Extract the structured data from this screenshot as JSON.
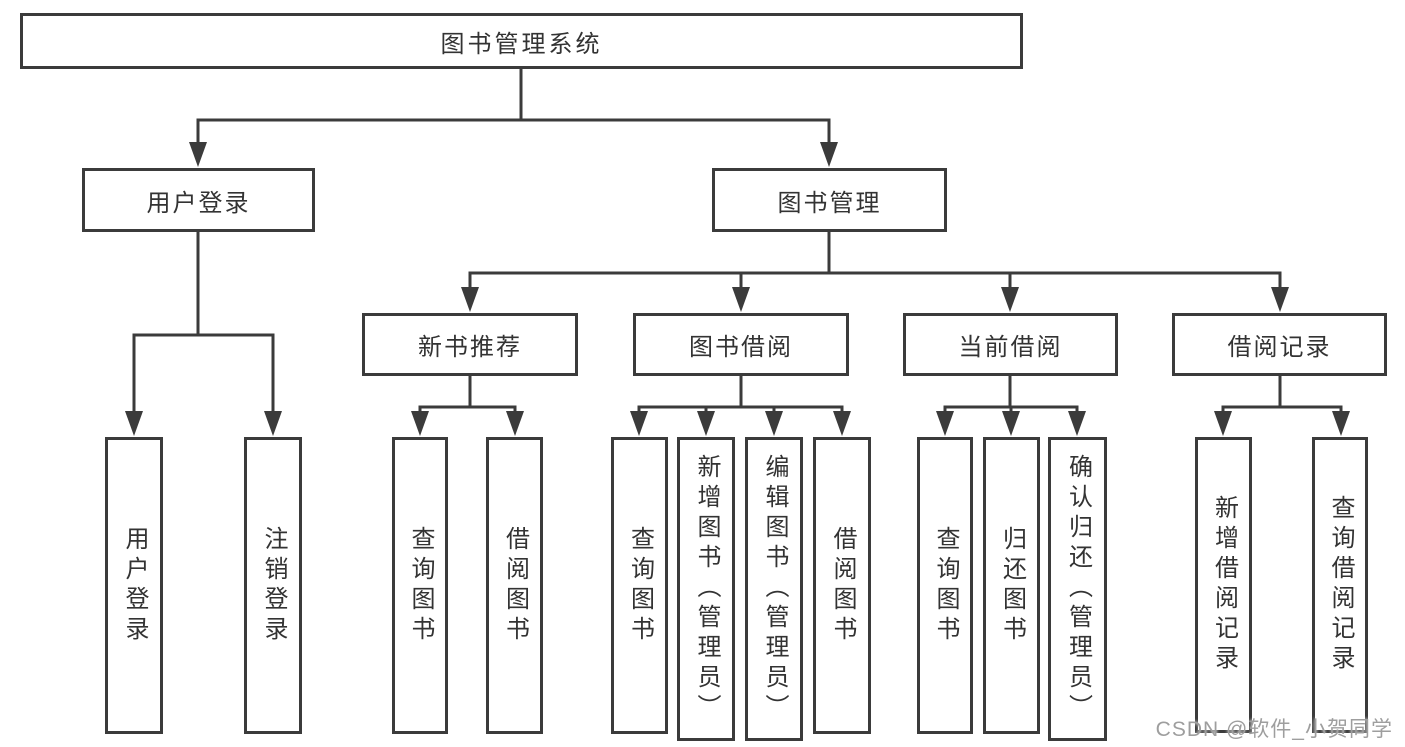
{
  "diagram": {
    "title_node": {
      "label": "图书管理系统"
    },
    "level2": [
      {
        "label": "用户登录"
      },
      {
        "label": "图书管理"
      }
    ],
    "level3": [
      {
        "label": "新书推荐"
      },
      {
        "label": "图书借阅"
      },
      {
        "label": "当前借阅"
      },
      {
        "label": "借阅记录"
      }
    ],
    "leaves": {
      "user_login": [
        "用户登录",
        "注销登录"
      ],
      "new_book": [
        "查询图书",
        "借阅图书"
      ],
      "book_borrow": [
        "查询图书",
        "新增图书（管理员）",
        "编辑图书（管理员）",
        "借阅图书"
      ],
      "current_borrow": [
        "查询图书",
        "归还图书",
        "确认归还（管理员）"
      ],
      "borrow_record": [
        "新增借阅记录",
        "查询借阅记录"
      ]
    }
  },
  "watermark": {
    "text": "CSDN @软件_小贺同学"
  },
  "colors": {
    "line": "#3b3b3b",
    "text": "#333333",
    "watermark": "#9e9e9e",
    "background": "#ffffff"
  }
}
